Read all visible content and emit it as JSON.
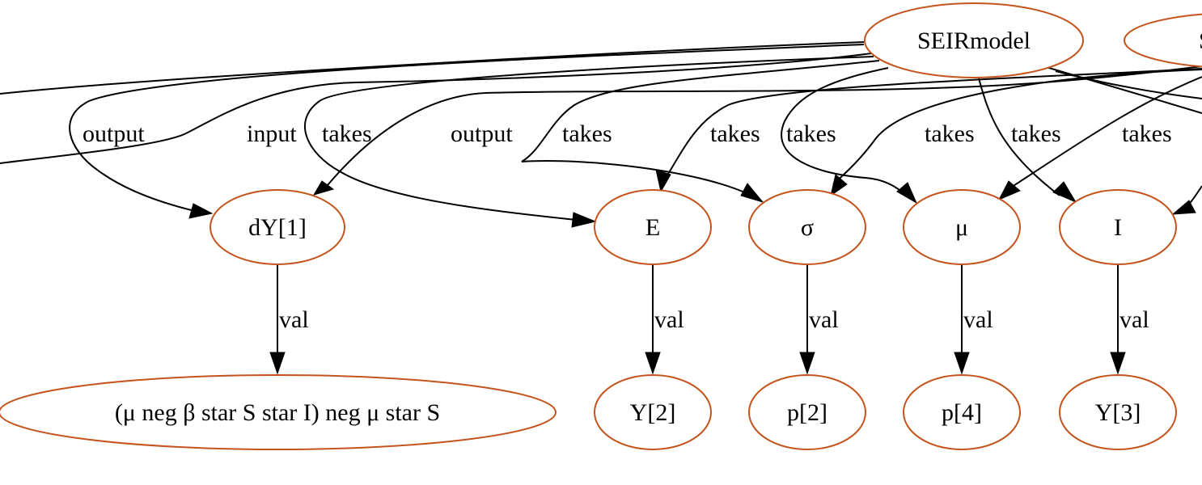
{
  "graph": {
    "node_color": "#c4541c",
    "edge_color": "#000000",
    "nodes": {
      "seirmodel": "SEIRmodel",
      "seirmodel2": "S",
      "dy1": "dY[1]",
      "e": "E",
      "sigma": "σ",
      "mu": "μ",
      "i": "I",
      "expr": "(μ neg β star S star I) neg μ star S",
      "y2": "Y[2]",
      "p2": "p[2]",
      "p4": "p[4]",
      "y3": "Y[3]"
    },
    "edge_labels": {
      "output_1": "output",
      "input_1": "input",
      "takes_1": "takes",
      "output_2": "output",
      "takes_2": "takes",
      "takes_3": "takes",
      "takes_4": "takes",
      "takes_5": "takes",
      "takes_6": "takes",
      "takes_7": "takes",
      "val_dy1": "val",
      "val_e": "val",
      "val_sigma": "val",
      "val_mu": "val",
      "val_i": "val"
    }
  }
}
